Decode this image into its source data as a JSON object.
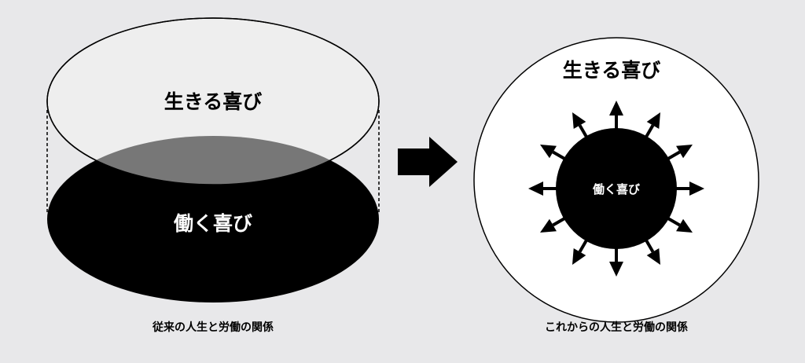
{
  "colors": {
    "background": "#e8e8ea",
    "ink": "#000000",
    "paper": "#ffffff",
    "top_ellipse_fill": "#eeeeee",
    "overlap_fill": "#777777"
  },
  "traditional": {
    "top_label": "生きる喜び",
    "bottom_label": "働く喜び",
    "caption": "従来の人生と労働の関係"
  },
  "arrow_icon": "right-arrow-icon",
  "future": {
    "outer_label": "生きる喜び",
    "inner_label": "働く喜び",
    "caption": "これからの人生と労働の関係",
    "radiating_arrow_count": 12
  }
}
